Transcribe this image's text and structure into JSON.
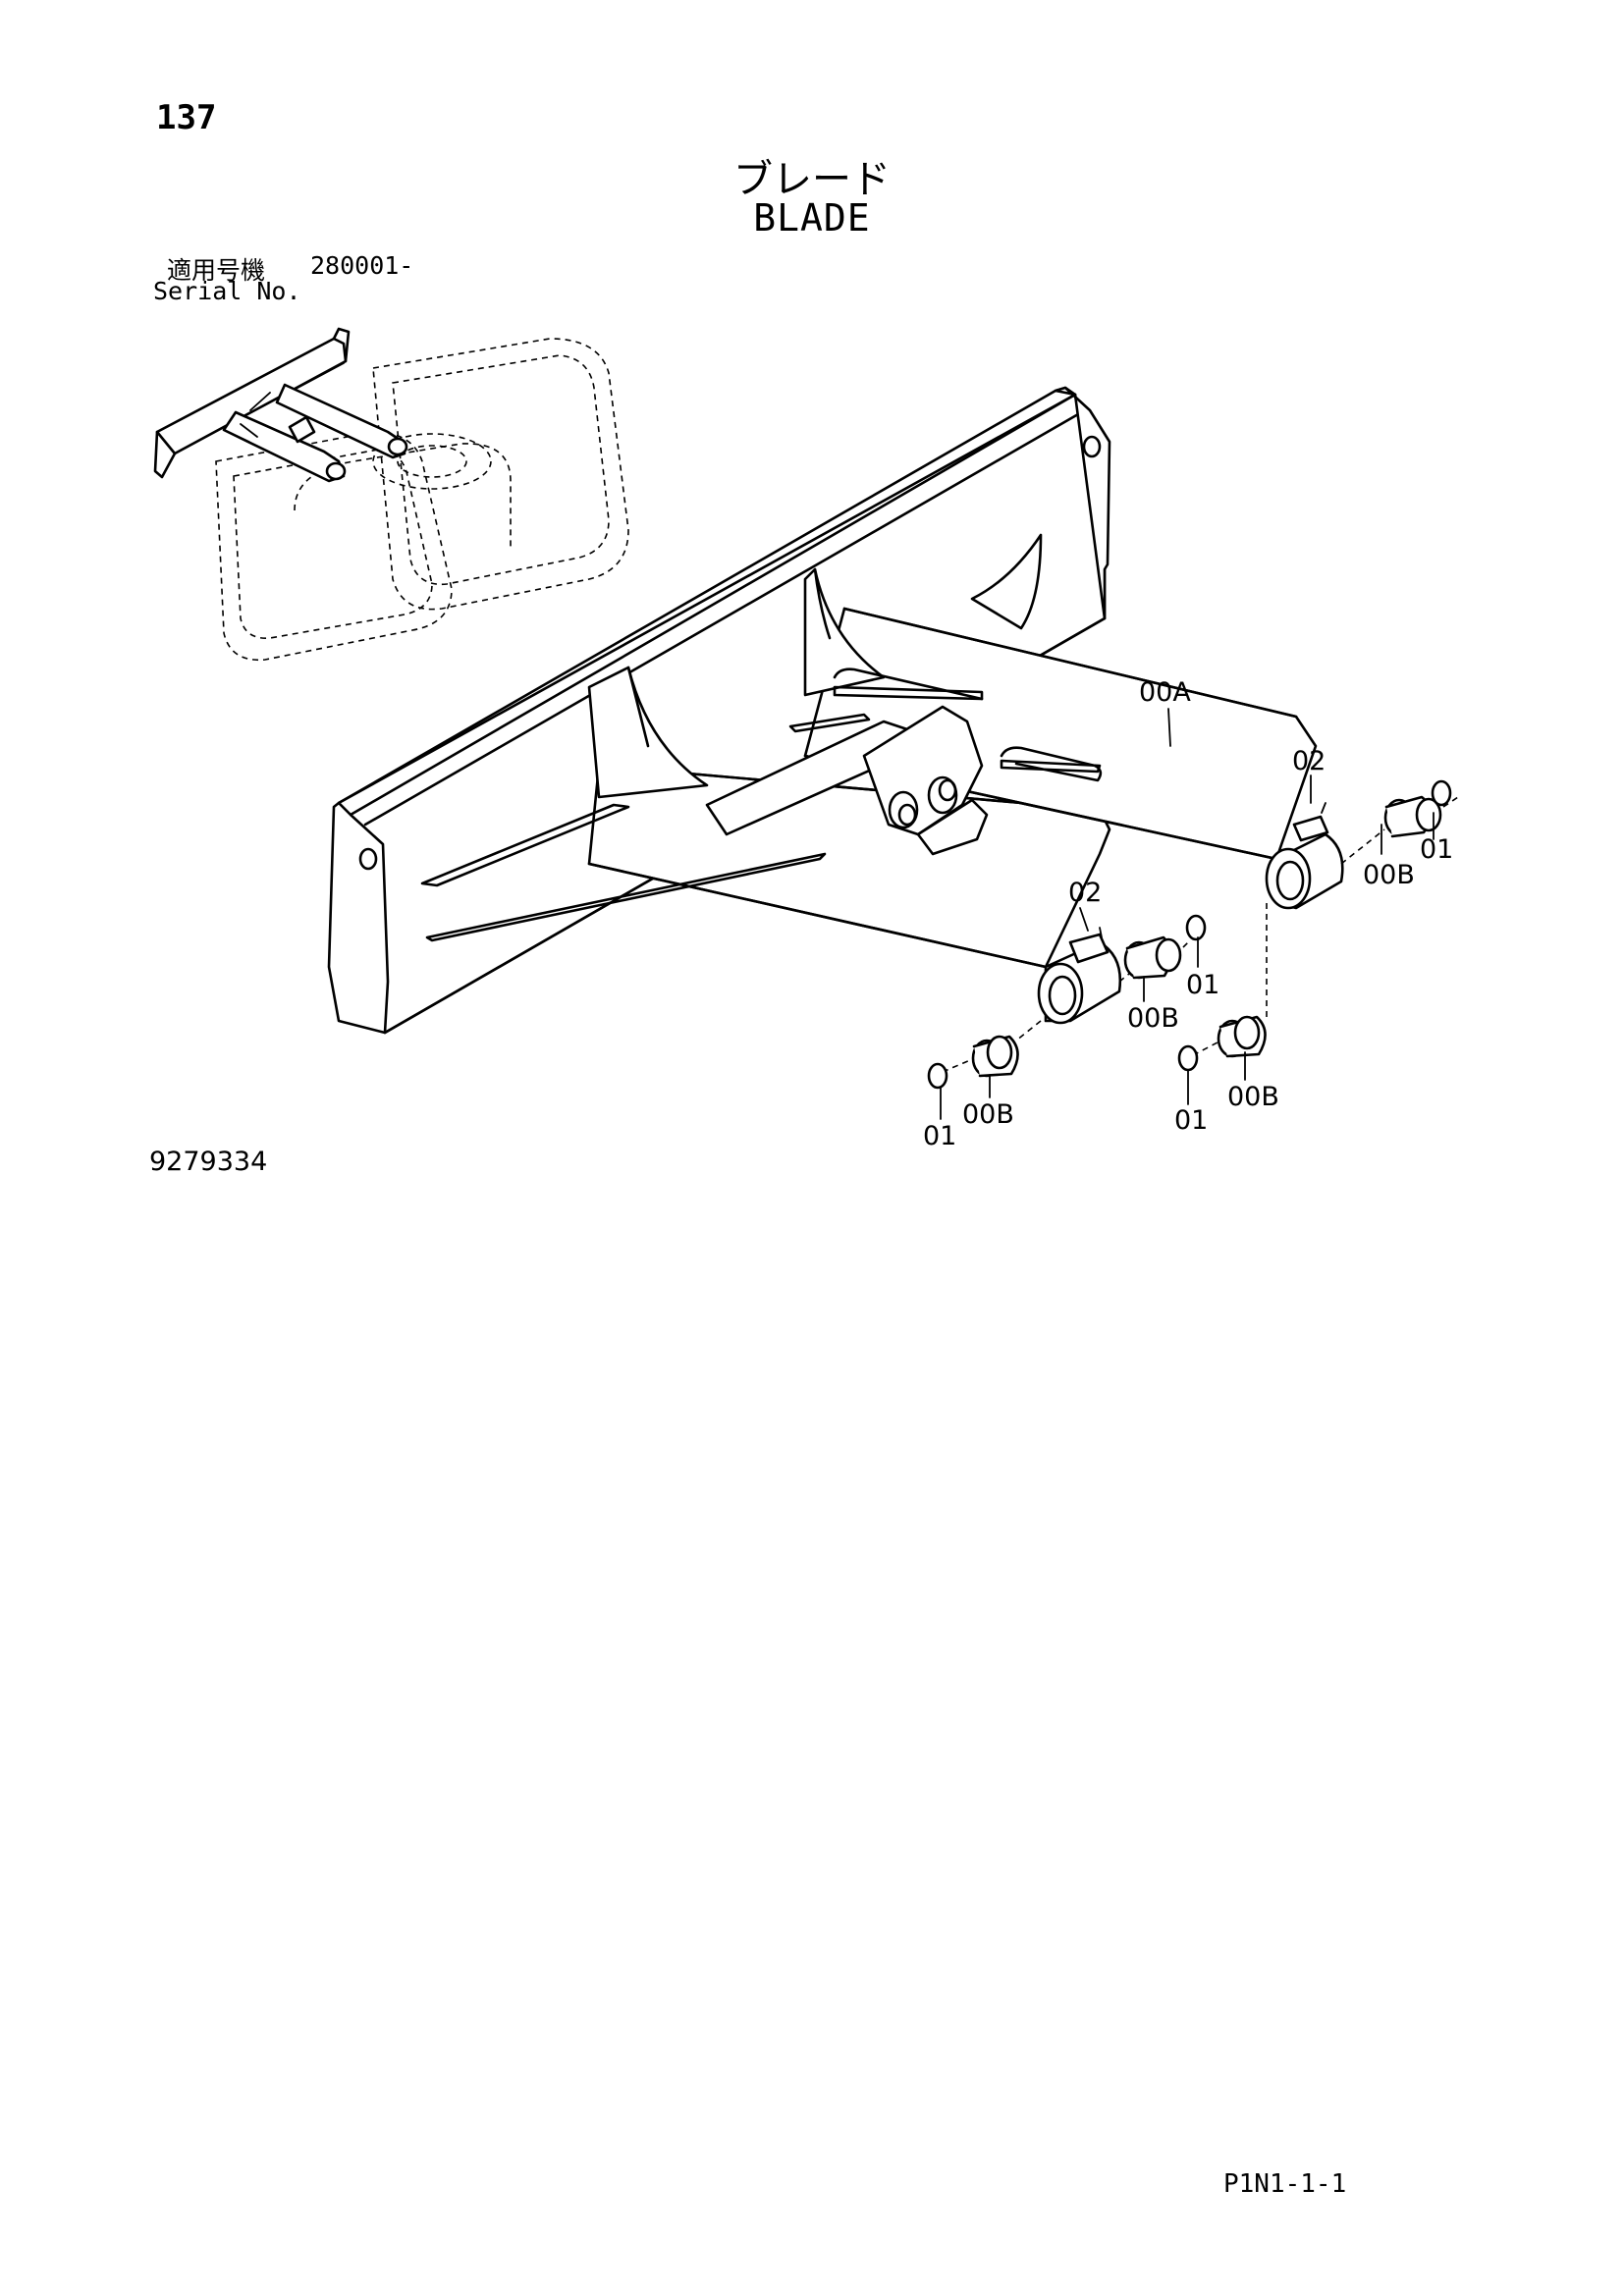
{
  "header": {
    "page_number": "137",
    "title_jp": "ブレード",
    "title_en": "BLADE",
    "serial_label_jp": "適用号機",
    "serial_range": "280001-",
    "serial_label_en": "Serial No."
  },
  "callouts": {
    "c_00A": "00A",
    "c_02_right": "02",
    "c_01_right_top": "01",
    "c_00B_right_top": "00B",
    "c_02_left": "02",
    "c_01_mid": "01",
    "c_00B_mid": "00B",
    "c_00B_left_bottom": "00B",
    "c_01_left_bottom": "01",
    "c_01_right_bottom": "01",
    "c_00B_right_bottom": "00B"
  },
  "footer": {
    "drawing_number": "9279334",
    "page_code": "P1N1-1-1"
  }
}
